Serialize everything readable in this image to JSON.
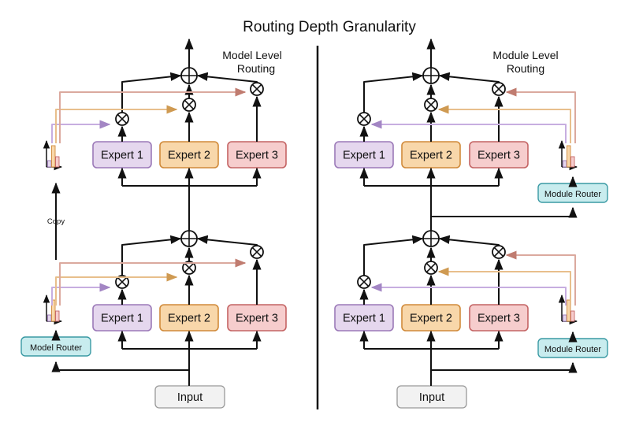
{
  "title": "Routing Depth Granularity",
  "panels": [
    {
      "id": "model",
      "label_line1": "Model Level",
      "label_line2": "Routing",
      "router_label": "Model Router",
      "copy_label": "Copy"
    },
    {
      "id": "module",
      "label_line1": "Module Level",
      "label_line2": "Routing",
      "router_label": "Module Router"
    }
  ],
  "experts": [
    {
      "label": "Expert 1",
      "fill": "#e5d7ee",
      "stroke": "#9b79b8"
    },
    {
      "label": "Expert 2",
      "fill": "#f8d7aa",
      "stroke": "#d08a3a"
    },
    {
      "label": "Expert 3",
      "fill": "#f6cdcd",
      "stroke": "#c46464"
    }
  ],
  "input_label": "Input",
  "colors": {
    "router_fill": "#c8ecee",
    "router_stroke": "#3a9aa4",
    "input_fill": "#f2f2f2",
    "input_stroke": "#999999",
    "route_purple": "#c7aee0",
    "route_orange": "#e8bf8c",
    "route_red": "#dba99e"
  }
}
